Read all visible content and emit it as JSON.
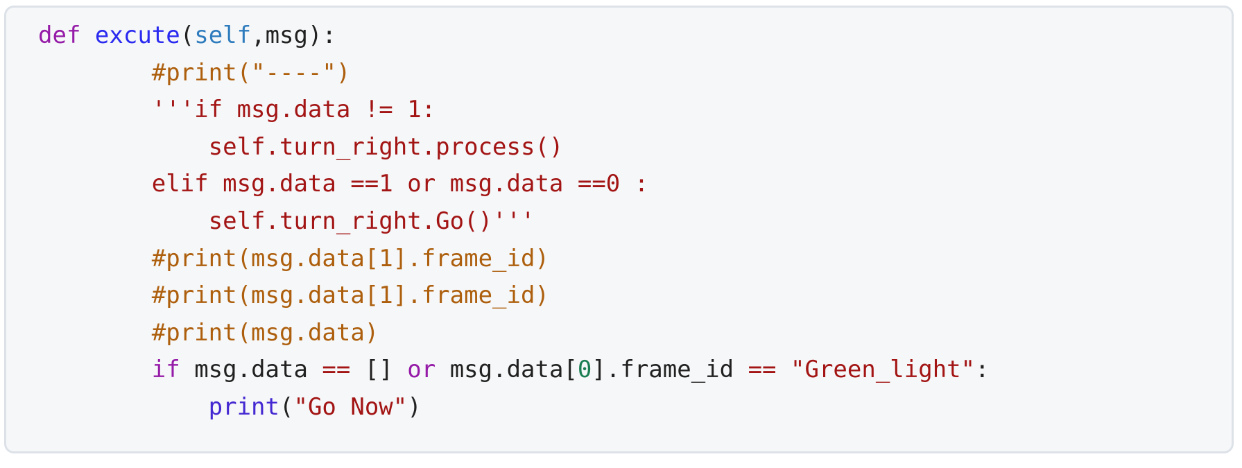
{
  "page": {
    "background": "#ffffff"
  },
  "colors": {
    "block-bg": "#f6f7f8",
    "block-border": "#dde2e9",
    "kw": "#951ba8",
    "fn": "#2a2af0",
    "self": "#2e7cbe",
    "txt": "#212121",
    "com": "#ad5f0d",
    "str": "#a31515",
    "op": "#a31515",
    "num": "#1b7e53",
    "builtin": "#4428d2"
  },
  "code": {
    "language": "python",
    "lines": [
      [
        {
          "t": "def",
          "c": "kw"
        },
        {
          "t": " ",
          "c": "txt"
        },
        {
          "t": "excute",
          "c": "fn"
        },
        {
          "t": "(",
          "c": "txt"
        },
        {
          "t": "self",
          "c": "self"
        },
        {
          "t": ",msg):",
          "c": "txt"
        }
      ],
      [
        {
          "t": "        ",
          "c": "txt"
        },
        {
          "t": "#print(\"----\")",
          "c": "com"
        }
      ],
      [
        {
          "t": "        ",
          "c": "txt"
        },
        {
          "t": "'''if msg.data != 1:",
          "c": "str"
        }
      ],
      [
        {
          "t": "            ",
          "c": "txt"
        },
        {
          "t": "self.turn_right.process()",
          "c": "str"
        }
      ],
      [
        {
          "t": "        ",
          "c": "txt"
        },
        {
          "t": "elif msg.data ==1 or msg.data ==0 :",
          "c": "str"
        }
      ],
      [
        {
          "t": "            ",
          "c": "txt"
        },
        {
          "t": "self.turn_right.Go()'''",
          "c": "str"
        }
      ],
      [
        {
          "t": "        ",
          "c": "txt"
        },
        {
          "t": "#print(msg.data[1].frame_id)",
          "c": "com"
        }
      ],
      [
        {
          "t": "        ",
          "c": "txt"
        },
        {
          "t": "#print(msg.data[1].frame_id)",
          "c": "com"
        }
      ],
      [
        {
          "t": "        ",
          "c": "txt"
        },
        {
          "t": "#print(msg.data)",
          "c": "com"
        }
      ],
      [
        {
          "t": "        ",
          "c": "txt"
        },
        {
          "t": "if",
          "c": "kw"
        },
        {
          "t": " msg.data ",
          "c": "txt"
        },
        {
          "t": "==",
          "c": "op"
        },
        {
          "t": " [] ",
          "c": "txt"
        },
        {
          "t": "or",
          "c": "kw"
        },
        {
          "t": " msg.data[",
          "c": "txt"
        },
        {
          "t": "0",
          "c": "num"
        },
        {
          "t": "].frame_id ",
          "c": "txt"
        },
        {
          "t": "==",
          "c": "op"
        },
        {
          "t": " ",
          "c": "txt"
        },
        {
          "t": "\"Green_light\"",
          "c": "str"
        },
        {
          "t": ":",
          "c": "txt"
        }
      ],
      [
        {
          "t": "            ",
          "c": "txt"
        },
        {
          "t": "print",
          "c": "builtin"
        },
        {
          "t": "(",
          "c": "txt"
        },
        {
          "t": "\"Go Now\"",
          "c": "str"
        },
        {
          "t": ")",
          "c": "txt"
        }
      ]
    ]
  }
}
